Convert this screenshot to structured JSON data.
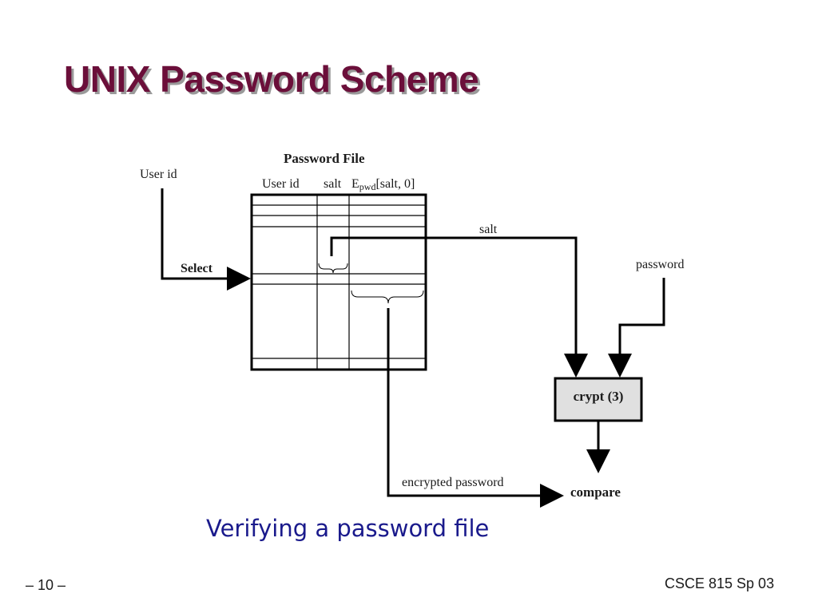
{
  "slide": {
    "title": "UNIX Password Scheme",
    "caption": "Verifying a password file",
    "footer_left": "– 10 –",
    "footer_right": "CSCE 815 Sp 03"
  },
  "diagram": {
    "password_file_title": "Password File",
    "col_user_id": "User id",
    "col_salt": "salt",
    "col_epwd_prefix": "E",
    "col_epwd_sub": "pwd",
    "col_epwd_suffix": "[salt, 0]",
    "input_user_id": "User id",
    "select_label": "Select",
    "salt_label": "salt",
    "password_label": "password",
    "crypt_label": "crypt (3)",
    "encrypted_label": "encrypted password",
    "compare_label": "compare",
    "crypt_box_fill": "#e0e0e0"
  }
}
